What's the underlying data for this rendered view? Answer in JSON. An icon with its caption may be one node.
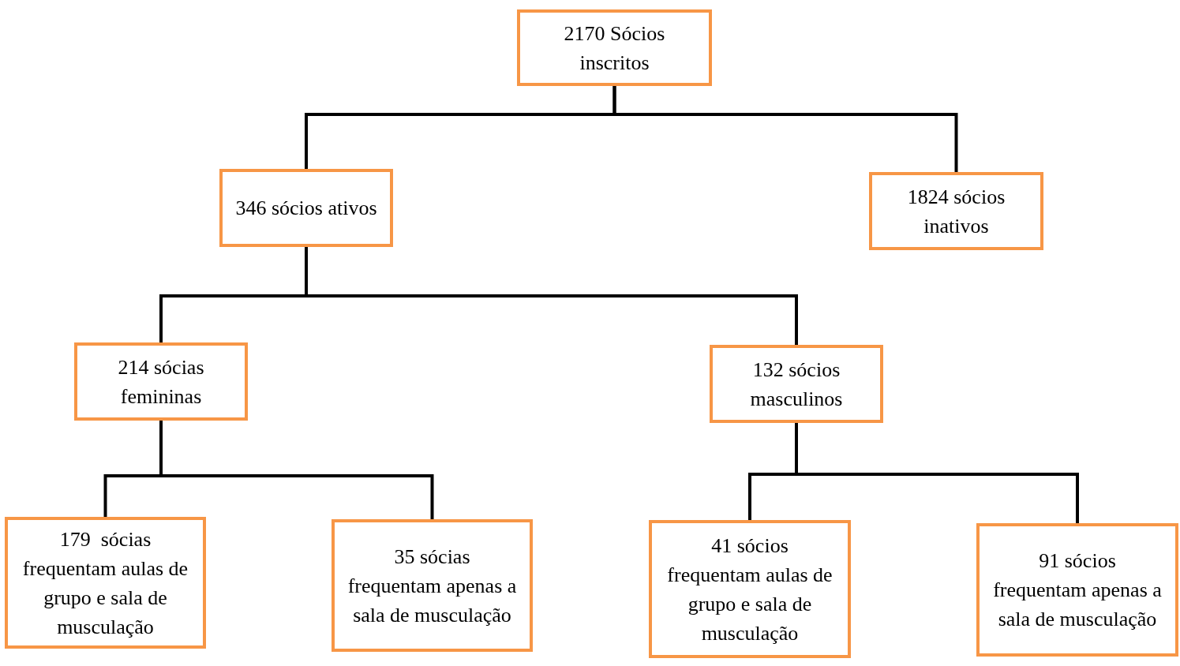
{
  "diagram": {
    "nodes": [
      {
        "text": [
          "2170 Sócios inscritos"
        ]
      },
      {
        "text": [
          "346 sócios ativos"
        ]
      },
      {
        "text": [
          "1824 sócios inativos"
        ]
      },
      {
        "text": [
          "214 sócias femininas"
        ]
      },
      {
        "text": [
          "132 sócios masculinos"
        ]
      },
      {
        "text": [
          "179  sócias frequentam aulas de grupo e sala de musculação"
        ]
      },
      {
        "text": [
          "35 sócias frequentam apenas a sala de musculação"
        ]
      },
      {
        "text": [
          "41 sócios frequentam aulas de grupo e sala de musculação"
        ]
      },
      {
        "text": [
          "91 sócios frequentam apenas a sala de musculação"
        ]
      }
    ],
    "edges": [
      {
        "from": 0,
        "to": 1,
        "arrow": "none"
      },
      {
        "from": 0,
        "to": 2,
        "arrow": "none"
      },
      {
        "from": 1,
        "to": 3,
        "arrow": "none"
      },
      {
        "from": 1,
        "to": 4,
        "arrow": "none"
      },
      {
        "from": 3,
        "to": 5,
        "arrow": "none"
      },
      {
        "from": 3,
        "to": 6,
        "arrow": "none"
      },
      {
        "from": 4,
        "to": 7,
        "arrow": "none"
      },
      {
        "from": 4,
        "to": 8,
        "arrow": "none"
      }
    ]
  }
}
